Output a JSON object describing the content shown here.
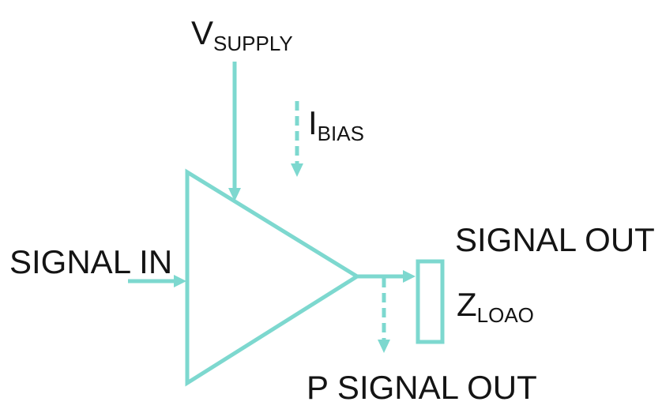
{
  "colors": {
    "accent": "#7dd8cf",
    "text": "#141414",
    "background": "#ffffff"
  },
  "labels": {
    "v_supply": {
      "main": "V",
      "sub": "SUPPLY"
    },
    "i_bias": {
      "main": "I",
      "sub": "BIAS"
    },
    "signal_in": "SIGNAL IN",
    "signal_out": "SIGNAL OUT",
    "z_load": {
      "main": "Z",
      "sub": "LOAO"
    },
    "p_signal_out": "P SIGNAL OUT"
  }
}
